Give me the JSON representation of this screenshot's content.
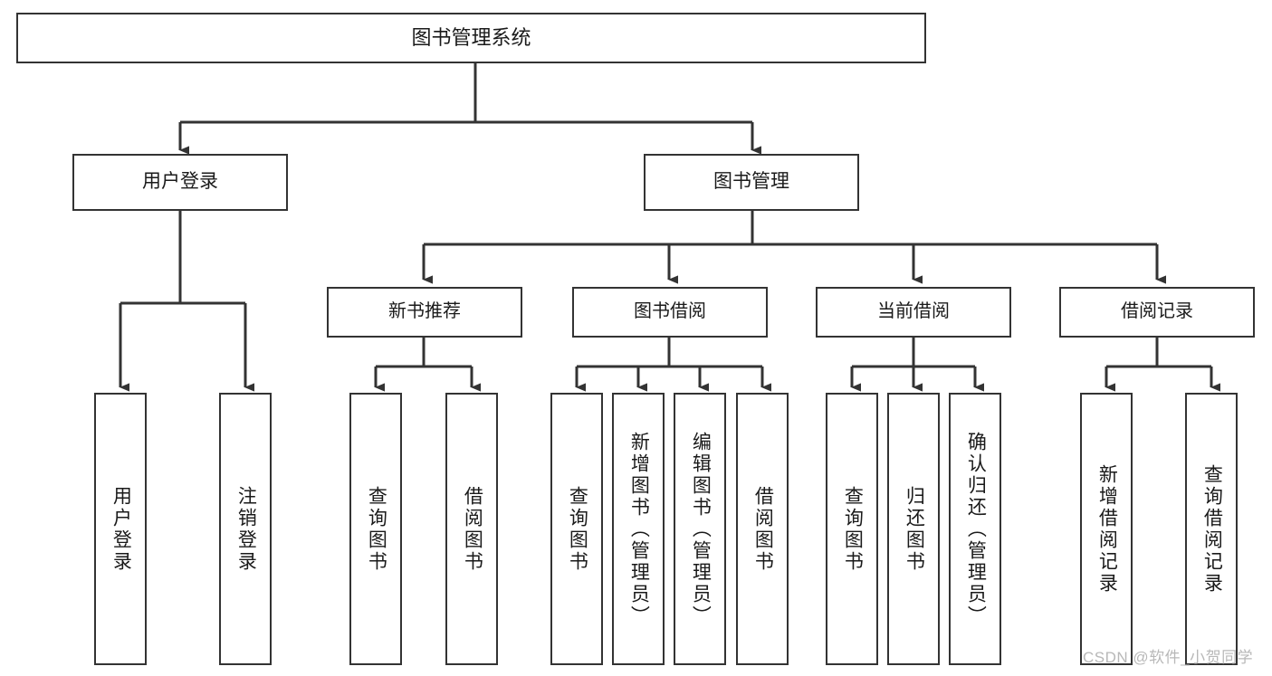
{
  "diagram": {
    "title": "图书管理系统",
    "type": "tree-hierarchy",
    "watermark": "CSDN @软件_小贺同学",
    "colors": {
      "node_border": "#333333",
      "node_fill": "#ffffff",
      "edge": "#333333",
      "text": "#1a1a1a",
      "watermark": "#b8b8b8"
    },
    "root": {
      "label": "图书管理系统"
    },
    "level1": [
      {
        "label": "用户登录"
      },
      {
        "label": "图书管理"
      }
    ],
    "level2": [
      {
        "label": "新书推荐"
      },
      {
        "label": "图书借阅"
      },
      {
        "label": "当前借阅"
      },
      {
        "label": "借阅记录"
      }
    ],
    "leaves": {
      "user_login": [
        {
          "label": "用户登录"
        },
        {
          "label": "注销登录"
        }
      ],
      "new_book_recommend": [
        {
          "label": "查询图书"
        },
        {
          "label": "借阅图书"
        }
      ],
      "book_borrow": [
        {
          "label": "查询图书"
        },
        {
          "label": "新增图书（管理员）"
        },
        {
          "label": "编辑图书（管理员）"
        },
        {
          "label": "借阅图书"
        }
      ],
      "current_borrow": [
        {
          "label": "查询图书"
        },
        {
          "label": "归还图书"
        },
        {
          "label": "确认归还（管理员）"
        }
      ],
      "borrow_records": [
        {
          "label": "新增借阅记录"
        },
        {
          "label": "查询借阅记录"
        }
      ]
    }
  }
}
